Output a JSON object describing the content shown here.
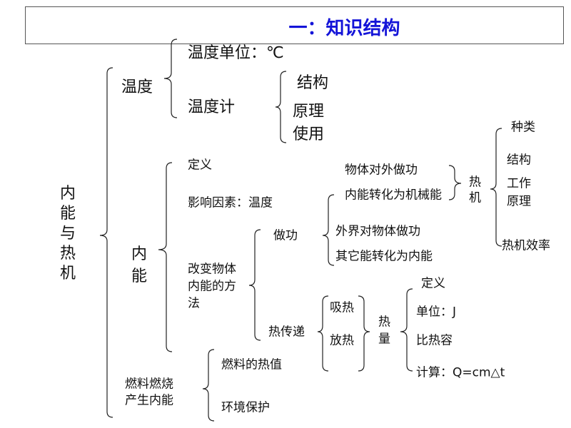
{
  "title": "一：知识结构",
  "root": [
    "内",
    "能",
    "与",
    "热",
    "机"
  ],
  "temperature": {
    "label": "温度",
    "unit": "温度单位：℃",
    "thermometer": "温度计",
    "thermometer_items": [
      "结构",
      "原理",
      "使用"
    ]
  },
  "internal_energy": {
    "label": [
      "内",
      "能"
    ],
    "definition": "定义",
    "factors": "影响因素：温度",
    "methods": [
      "改变物体",
      "内能的方",
      "法"
    ],
    "work": {
      "label": "做功",
      "items": [
        "外界对物体做功",
        "其它能转化为内能"
      ],
      "out_items": [
        "物体对外做功",
        "内能转化为机械能"
      ]
    },
    "heat_engine": {
      "label": [
        "热",
        "机"
      ],
      "items": [
        "种类",
        "结构",
        "工作",
        "原理",
        "热机效率"
      ]
    },
    "heat_transfer": {
      "label": "热传递",
      "items": [
        "吸热",
        "放热"
      ],
      "heat": [
        "热",
        "量"
      ],
      "heat_items": [
        "定义",
        "单位：J",
        "比热容",
        "计算：Q=cm△t"
      ]
    }
  },
  "fuel": {
    "label": [
      "燃料燃烧",
      "产生内能"
    ],
    "items": [
      "燃料的热值",
      "环境保护"
    ]
  }
}
